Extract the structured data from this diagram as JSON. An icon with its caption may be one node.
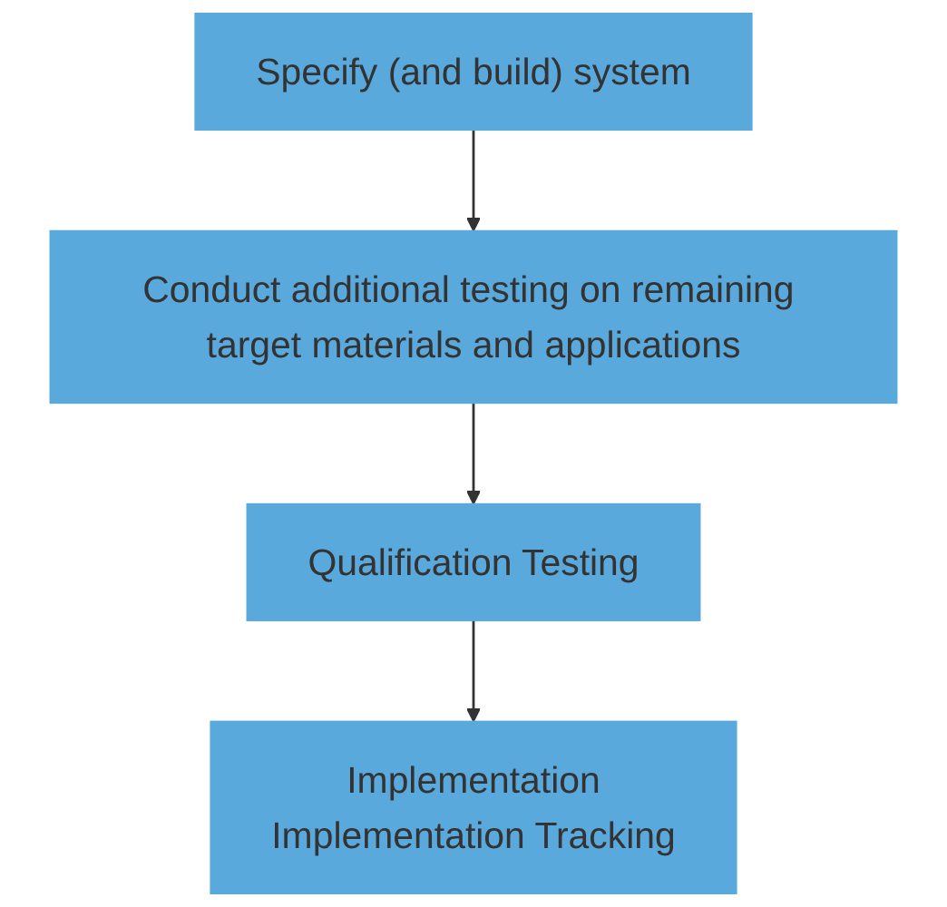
{
  "diagram": {
    "nodes": [
      {
        "text": [
          "Specify (and build) system"
        ]
      },
      {
        "text": [
          "Conduct additional testing on remaining target materials and applications"
        ]
      },
      {
        "text": [
          "Qualification Testing"
        ]
      },
      {
        "text": [
          "Implementation",
          "Implementation Tracking"
        ]
      }
    ],
    "edges": [
      {
        "from": 0,
        "to": 1,
        "arrow": "to"
      },
      {
        "from": 1,
        "to": 2,
        "arrow": "to"
      },
      {
        "from": 2,
        "to": 3,
        "arrow": "to"
      }
    ]
  }
}
